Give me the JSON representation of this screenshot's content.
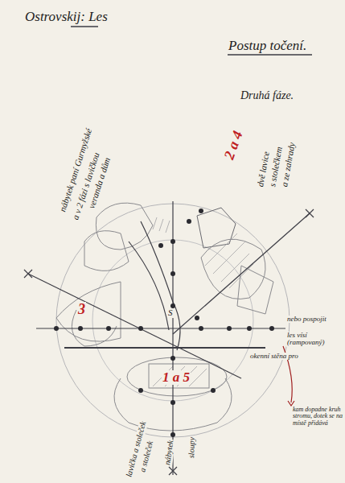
{
  "diagram": {
    "title": "Ostrovskij: Les",
    "labels": [
      "Postup točení.",
      "Druhá fáze.",
      "nábytek paní Gurmyžské",
      "a v 2 fázi s lavičkou",
      "veranda a dům",
      "dvě lavice",
      "s stolečkem",
      "a ze zahrady",
      "2 a 4",
      "3",
      "1 a 5",
      "S",
      "nebo pospojit",
      "les vísí (rampovaný)",
      "okenní stěna pro",
      "kam dopadne kruh stromu, dotek se na místě přidává",
      "sloupy",
      "nábytek",
      "lavička a stoleček",
      "a stoleček"
    ]
  }
}
